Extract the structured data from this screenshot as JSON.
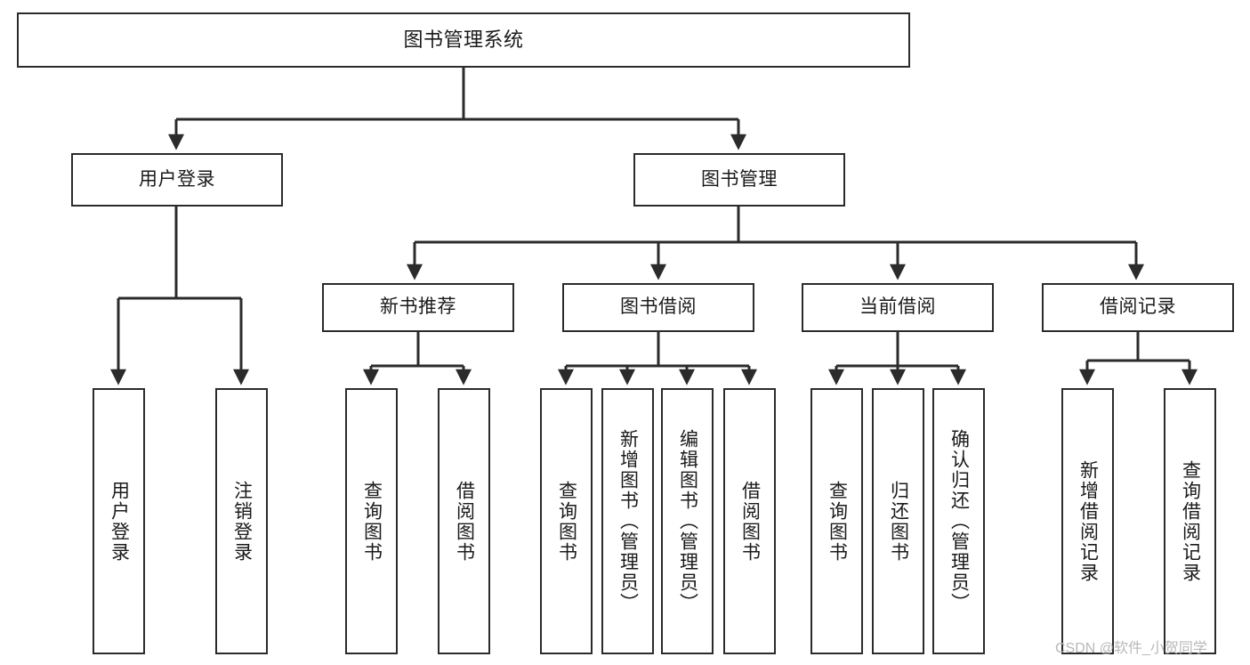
{
  "diagram": {
    "title": "图书管理系统",
    "type": "tree-hierarchy-chart",
    "orientation": "top-down",
    "colors": {
      "box_border": "#2b2b2b",
      "box_fill": "#ffffff",
      "edge": "#2b2b2b",
      "text": "#1a1a1a",
      "background": "#ffffff",
      "watermark": "#b8b8b8"
    },
    "nodes": {
      "root": {
        "label": "图书管理系统"
      },
      "level2": [
        {
          "id": "user-login",
          "label": "用户登录"
        },
        {
          "id": "book-manage",
          "label": "图书管理"
        }
      ],
      "level3": [
        {
          "id": "new-book-rec",
          "label": "新书推荐"
        },
        {
          "id": "book-borrow",
          "label": "图书借阅"
        },
        {
          "id": "current-borrow",
          "label": "当前借阅"
        },
        {
          "id": "borrow-record",
          "label": "借阅记录"
        }
      ],
      "leaves": {
        "user_login": [
          {
            "id": "leaf-user-login",
            "label": "用户登录"
          },
          {
            "id": "leaf-logout",
            "label": "注销登录"
          }
        ],
        "new_book_rec": [
          {
            "id": "leaf-query-book-1",
            "label": "查询图书"
          },
          {
            "id": "leaf-borrow-book-1",
            "label": "借阅图书"
          }
        ],
        "book_borrow": [
          {
            "id": "leaf-query-book-2",
            "label": "查询图书"
          },
          {
            "id": "leaf-add-book",
            "label": "新增图书（管理员）"
          },
          {
            "id": "leaf-edit-book",
            "label": "编辑图书（管理员）"
          },
          {
            "id": "leaf-borrow-book-2",
            "label": "借阅图书"
          }
        ],
        "current_borrow": [
          {
            "id": "leaf-query-book-3",
            "label": "查询图书"
          },
          {
            "id": "leaf-return-book",
            "label": "归还图书"
          },
          {
            "id": "leaf-confirm-return",
            "label": "确认归还（管理员）"
          }
        ],
        "borrow_record": [
          {
            "id": "leaf-add-record",
            "label": "新增借阅记录"
          },
          {
            "id": "leaf-query-record",
            "label": "查询借阅记录"
          }
        ]
      }
    },
    "watermark": "CSDN @软件_小贺同学"
  }
}
